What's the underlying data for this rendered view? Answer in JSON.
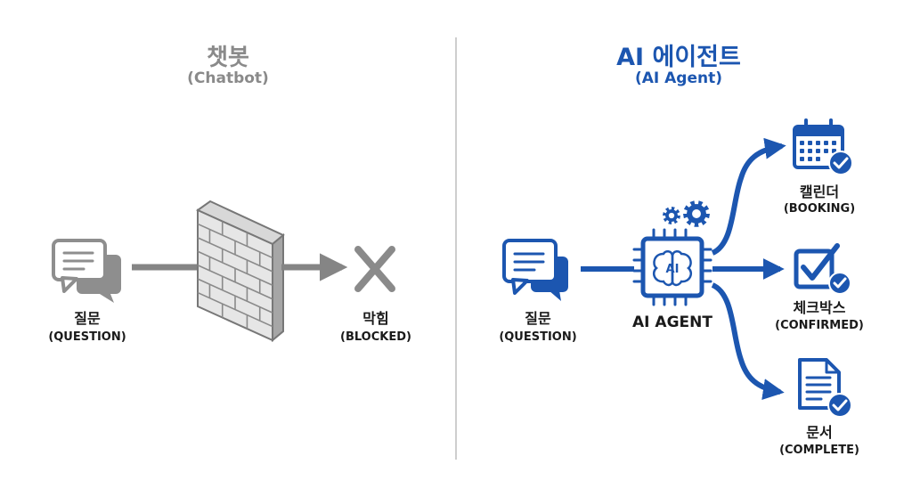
{
  "left": {
    "title": "챗봇",
    "subtitle": "(Chatbot)",
    "question": {
      "label_ko": "질문",
      "label_en": "(QUESTION)"
    },
    "blocked": {
      "label_ko": "막힘",
      "label_en": "(BLOCKED)"
    }
  },
  "right": {
    "title": "AI 에이전트",
    "subtitle": "(AI Agent)",
    "question": {
      "label_ko": "질문",
      "label_en": "(QUESTION)"
    },
    "agent": {
      "chip_text": "AI",
      "label": "AI AGENT"
    },
    "outputs": [
      {
        "label_ko": "캘린더",
        "label_en": "(BOOKING)",
        "icon": "calendar-icon"
      },
      {
        "label_ko": "체크박스",
        "label_en": "(CONFIRMED)",
        "icon": "checkbox-icon"
      },
      {
        "label_ko": "문서",
        "label_en": "(COMPLETE)",
        "icon": "document-icon"
      }
    ]
  },
  "colors": {
    "gray": "#8a8a8a",
    "blue": "#1c56b0",
    "dark": "#1a1a1a"
  }
}
